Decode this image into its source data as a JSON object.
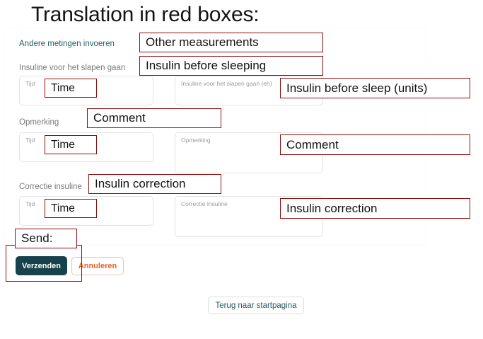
{
  "slide": {
    "title": "Translation in red boxes:"
  },
  "form": {
    "section_headings": [
      {
        "label": "Andere metingen invoeren",
        "accent": true
      },
      {
        "label": "Insuline voor het slapen gaan",
        "accent": false
      },
      {
        "label": "Opmerking",
        "accent": false
      },
      {
        "label": "Correctie insuline",
        "accent": false
      }
    ],
    "rows": [
      {
        "time_placeholder": "Tijd",
        "value_placeholder": "Insuline voor het slapen gaan (eh)"
      },
      {
        "time_placeholder": "Tijd",
        "value_placeholder": "Opmerking"
      },
      {
        "time_placeholder": "Tijd",
        "value_placeholder": "Correctie insuline"
      }
    ],
    "buttons": {
      "submit": "Verzenden",
      "cancel": "Annuleren",
      "home": "Terug naar startpagina"
    }
  },
  "annotations": [
    {
      "name": "other-measurements",
      "text": "Other measurements"
    },
    {
      "name": "insulin-before-sleeping",
      "text": "Insulin before sleeping"
    },
    {
      "name": "time-1",
      "text": "Time"
    },
    {
      "name": "insulin-before-sleep-units",
      "text": "Insulin before sleep (units)"
    },
    {
      "name": "comment-heading",
      "text": "Comment"
    },
    {
      "name": "time-2",
      "text": "Time"
    },
    {
      "name": "comment-field",
      "text": "Comment"
    },
    {
      "name": "insulin-correction-heading",
      "text": "Insulin correction"
    },
    {
      "name": "time-3",
      "text": "Time"
    },
    {
      "name": "insulin-correction-field",
      "text": "Insulin correction"
    },
    {
      "name": "send",
      "text": "Send:"
    }
  ],
  "colors": {
    "annotation_border": "#8d0d0d",
    "primary_button": "#17414b",
    "cancel_button_text": "#e8622a",
    "accent_label": "#27606b",
    "field_border": "#e3e3e3"
  }
}
